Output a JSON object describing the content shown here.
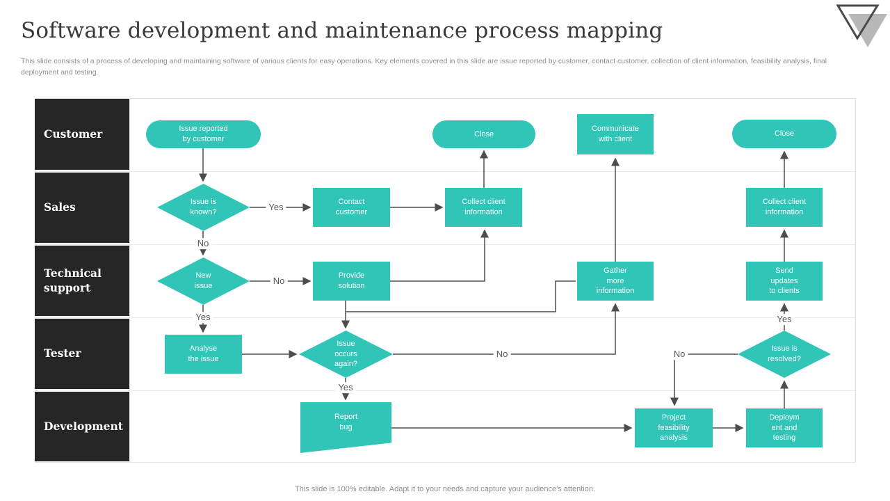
{
  "slide": {
    "title": "Software development and maintenance process mapping",
    "description": "This slide consists of a process of developing and maintaining software of various clients for easy operations. Key elements covered in this slide are issue reported by customer, contact customer, collection of client information, feasibility analysis, final deployment and testing.",
    "footer": "This slide is 100% editable. Adapt it to your needs and capture your audience's attention."
  },
  "colors": {
    "accent_teal": "#31c5b7",
    "lane_label_bg": "#262626",
    "connector": "#4d4d4d",
    "frame_border": "#e3e3e3"
  },
  "lanes": [
    {
      "label": "Customer"
    },
    {
      "label": "Sales"
    },
    {
      "label": "Technical support"
    },
    {
      "label": "Tester"
    },
    {
      "label": "Development"
    }
  ],
  "nodes": {
    "issue_reported": {
      "label": "Issue reported\nby customer",
      "type": "terminator"
    },
    "close_left": {
      "label": "Close",
      "type": "terminator"
    },
    "communicate_with_client": {
      "label": "Communicate\nwith client",
      "type": "process"
    },
    "close_right": {
      "label": "Close",
      "type": "terminator"
    },
    "issue_is_known": {
      "label": "Issue is\nknown?",
      "type": "decision"
    },
    "contact_customer": {
      "label": "Contact\ncustomer",
      "type": "process"
    },
    "collect_client_information_left": {
      "label": "Collect client\ninformation",
      "type": "process"
    },
    "collect_client_information_right": {
      "label": "Collect client\ninformation",
      "type": "process"
    },
    "new_issue": {
      "label": "New\nissue",
      "type": "decision"
    },
    "provide_solution": {
      "label": "Provide\nsolution",
      "type": "process"
    },
    "gather_more_information": {
      "label": "Gather\nmore\ninformation",
      "type": "process"
    },
    "send_updates_to_clients": {
      "label": "Send\nupdates\nto clients",
      "type": "process"
    },
    "analyse_the_issue": {
      "label": "Analyse\nthe issue",
      "type": "process"
    },
    "issue_occurs_again": {
      "label": "Issue\noccurs\nagain?",
      "type": "decision"
    },
    "issue_is_resolved": {
      "label": "Issue is\nresolved?",
      "type": "decision"
    },
    "report_bug": {
      "label": "Report\nbug",
      "type": "manual-operation"
    },
    "project_feasibility_analysis": {
      "label": "Project\nfeasibility\nanalysis",
      "type": "process"
    },
    "deployment_and_testing": {
      "label": "Deploym\nent and\ntesting",
      "type": "process"
    }
  },
  "edge_labels": {
    "yes": "Yes",
    "no": "No"
  }
}
